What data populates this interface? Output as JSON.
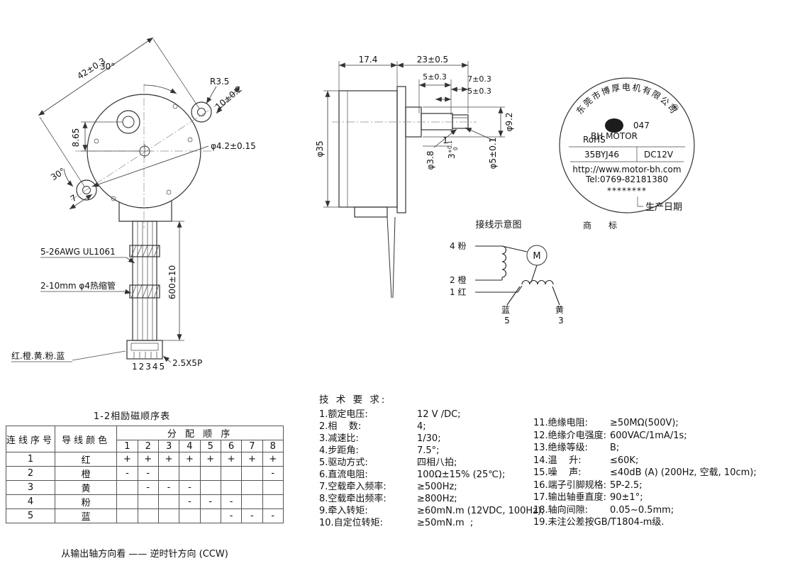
{
  "front_view": {
    "dim_42": "42±0.3",
    "angle_30_top": "30°",
    "dim_r": "R3.5",
    "dim_10": "10±0.2",
    "dim_hole": "φ4.2±0.15",
    "dim_865": "8.65",
    "angle_30_left": "30°",
    "dim_7": "7"
  },
  "cable": {
    "wire_spec": "5-26AWG UL1061",
    "sleeve_spec": "2-10mm φ4热缩管",
    "length": "600±10",
    "wire_colors": "红.橙.黄.粉.蓝",
    "pin_numbers": "12345",
    "connector_spec": "2.5X5P"
  },
  "side_view": {
    "dim_174": "17.4",
    "dim_23": "23±0.5",
    "dim_5a": "5±0.3",
    "dim_7": "7±0.3",
    "dim_5b": "5±0.3",
    "dim_phi35": "φ35",
    "dim_phi92": "φ9.2",
    "dim_phi5": "φ5±0.1",
    "dim_phi38": "φ3.8",
    "dim_3": "3",
    "dim_3_up": "+0.1",
    "dim_3_dn": "0",
    "dim_1": "1"
  },
  "nameplate": {
    "company": "东莞市博厚电机有限公司",
    "registered": "®",
    "logo_text": "BH MOTOR",
    "logo_number": "047",
    "rohs": "RoHS",
    "model": "35BYJ46",
    "voltage": "DC12V",
    "website": "http://www.motor-bh.com",
    "telephone": "Tel:0769-82181380",
    "date_stars": "********",
    "production_date_label": "生产日期",
    "trademark_label": "商　　标"
  },
  "wiring": {
    "title": "接线示意图",
    "motor_symbol": "M",
    "terminal_4": "4 粉",
    "terminal_2": "2 橙",
    "terminal_1": "1 红",
    "terminal_5_color": "蓝",
    "terminal_5": "5",
    "terminal_3_color": "黄",
    "terminal_3": "3"
  },
  "sequence_table": {
    "title": "1-2相励磁顺序表",
    "header_wire_no": "连线序号",
    "header_wire_color": "导线颜色",
    "header_sequence": "分 配 顺 序",
    "steps": [
      "1",
      "2",
      "3",
      "4",
      "5",
      "6",
      "7",
      "8"
    ],
    "rows": [
      {
        "no": "1",
        "color": "红",
        "seq": [
          "+",
          "+",
          "+",
          "+",
          "+",
          "+",
          "+",
          "+"
        ]
      },
      {
        "no": "2",
        "color": "橙",
        "seq": [
          "-",
          "-",
          "",
          "",
          "",
          "",
          "",
          "-"
        ]
      },
      {
        "no": "3",
        "color": "黄",
        "seq": [
          "",
          "-",
          "-",
          "-",
          "",
          "",
          "",
          ""
        ]
      },
      {
        "no": "4",
        "color": "粉",
        "seq": [
          "",
          "",
          "",
          "-",
          "-",
          "-",
          "",
          ""
        ]
      },
      {
        "no": "5",
        "color": "蓝",
        "seq": [
          "",
          "",
          "",
          "",
          "",
          "-",
          "-",
          "-"
        ]
      }
    ],
    "footer": "从输出轴方向看 —— 逆时针方向 (CCW)"
  },
  "tech_specs": {
    "title": "技 术 要 求:",
    "left": [
      {
        "label": "1.额定电压:",
        "value": "12 V /DC;"
      },
      {
        "label": "2.相    数:",
        "value": "4;"
      },
      {
        "label": "3.减速比:",
        "value": "1/30;"
      },
      {
        "label": "4.步距角:",
        "value": "7.5°;"
      },
      {
        "label": "5.驱动方式:",
        "value": "四相八拍;"
      },
      {
        "label": "6.直流电阻:",
        "value": "100Ω±15% (25℃);"
      },
      {
        "label": "7.空载牵入频率:",
        "value": "≥500Hz;"
      },
      {
        "label": "8.空载牵出频率:",
        "value": "≥800Hz;"
      },
      {
        "label": "9.牵入转矩:",
        "value": "≥60mN.m (12VDC, 100Hz);"
      },
      {
        "label": "10.自定位转矩:",
        "value": "≥50mN.m  ;"
      }
    ],
    "right": [
      {
        "label": "11.绝缘电阻:",
        "value": "≥50MΩ(500V);"
      },
      {
        "label": "12.绝缘介电强度:",
        "value": "600VAC/1mA/1s;"
      },
      {
        "label": "13.绝缘等级:",
        "value": "B;"
      },
      {
        "label": "14.温    升:",
        "value": "≤60K;"
      },
      {
        "label": "15.噪    声:",
        "value": "≤40dB (A) (200Hz, 空载, 10cm);"
      },
      {
        "label": "16.端子引脚规格:",
        "value": "5P-2.5;"
      },
      {
        "label": "17.输出轴垂直度:",
        "value": "90±1°;"
      },
      {
        "label": "18.轴向间隙:",
        "value": "0.05~0.5mm;"
      },
      {
        "label": "19.未注公差按GB/T1804-m级.",
        "value": ""
      }
    ]
  }
}
